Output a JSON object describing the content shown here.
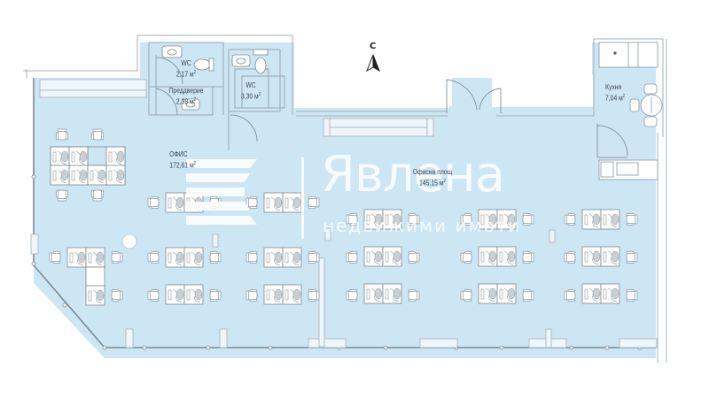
{
  "plan": {
    "compass": {
      "letter": "С",
      "icon": "north-arrow-icon"
    },
    "rooms": [
      {
        "id": "wc1",
        "name": "WC",
        "area": "2,17 м",
        "sup": "2"
      },
      {
        "id": "vestibule",
        "name": "Преддверие",
        "area": "2,38 м",
        "sup": "2"
      },
      {
        "id": "wc2",
        "name": "WC",
        "area": "3,30 м",
        "sup": "2"
      },
      {
        "id": "kitchen",
        "name": "Кухня",
        "area": "7,04 м",
        "sup": "2"
      },
      {
        "id": "office",
        "name": "ОФИС",
        "area": "172,61 м",
        "sup": "2"
      },
      {
        "id": "office-area",
        "name": "Офисна площ",
        "area": "145,15 м",
        "sup": "2"
      }
    ],
    "colors": {
      "floor": "#cde6f4",
      "wall": "#7a8a96",
      "furniture": "#ffffff",
      "line": "#8a97a0"
    }
  },
  "watermark": {
    "title": "Явлена",
    "subtitle": "недвижими имоти"
  }
}
